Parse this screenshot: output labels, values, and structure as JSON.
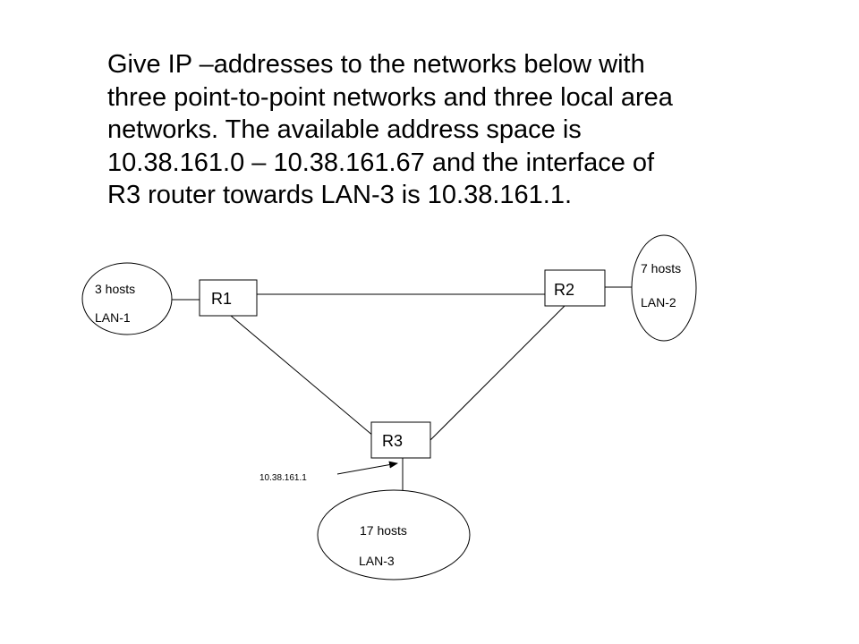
{
  "problem": {
    "lines": [
      "Give IP –addresses to the networks below with",
      "three point-to-point networks and three local area",
      "networks. The available address space is",
      "10.38.161.0 – 10.38.161.67 and the interface of",
      "R3 router towards LAN-3 is 10.38.161.1."
    ]
  },
  "routers": {
    "r1": {
      "label": "R1"
    },
    "r2": {
      "label": "R2"
    },
    "r3": {
      "label": "R3"
    }
  },
  "lans": {
    "lan1": {
      "hosts": "3 hosts",
      "name": "LAN-1"
    },
    "lan2": {
      "hosts": "7 hosts",
      "name": "LAN-2"
    },
    "lan3": {
      "hosts": "17 hosts",
      "name": "LAN-3"
    }
  },
  "interface_annotation": {
    "ip": "10.38.161.1"
  },
  "colors": {
    "line": "#000000",
    "background": "#ffffff"
  }
}
